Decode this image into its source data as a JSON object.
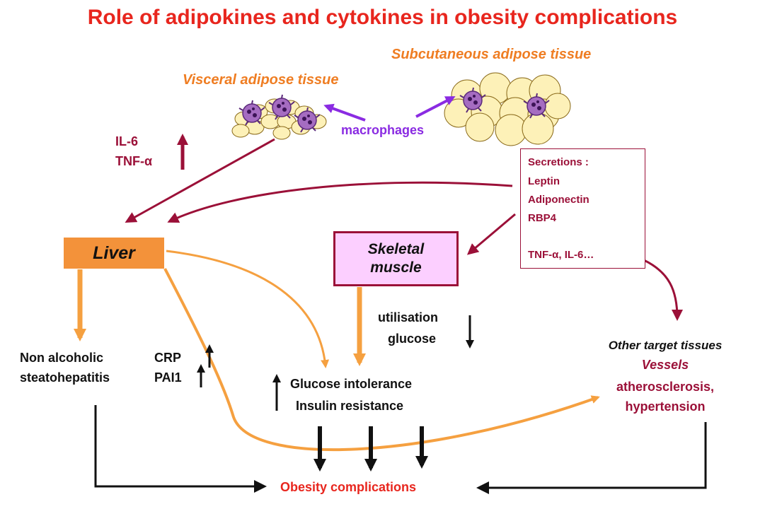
{
  "title": "Role of adipokines and cytokines in obesity complications",
  "tissues": {
    "subcutaneous": "Subcutaneous adipose tissue",
    "visceral": "Visceral adipose tissue"
  },
  "macrophages": "macrophages",
  "cytokines": {
    "line1": "IL-6",
    "line2": "TNF-α"
  },
  "secretions": {
    "header": "Secretions :",
    "leptin": "Leptin",
    "adiponectin": "Adiponectin",
    "rbp4": "RBP4",
    "tnf_il6": "TNF-α, IL-6…"
  },
  "liver": "Liver",
  "muscle": {
    "line1": "Skeletal",
    "line2": "muscle"
  },
  "glucose_utilisation": {
    "line1": "utilisation",
    "line2": "glucose"
  },
  "nash": {
    "line1": "Non alcoholic",
    "line2": "steatohepatitis"
  },
  "markers": {
    "crp": "CRP",
    "pai1": "PAI1"
  },
  "glucose": {
    "intolerance": "Glucose intolerance",
    "insulin": "Insulin resistance"
  },
  "targets": {
    "header": "Other target tissues",
    "vessels": "Vessels",
    "line1": "atherosclerosis,",
    "line2": "hypertension"
  },
  "outcome": "Obesity complications",
  "colors": {
    "title": "#e8261e",
    "tissue": "#ef7d22",
    "purple": "#8a2be2",
    "dark_red": "#9b1038",
    "liver_fill": "#f3923a",
    "muscle_fill": "#fccfff",
    "orange_arrow": "#f5a040",
    "fat_cell": "#fdf1b8"
  }
}
